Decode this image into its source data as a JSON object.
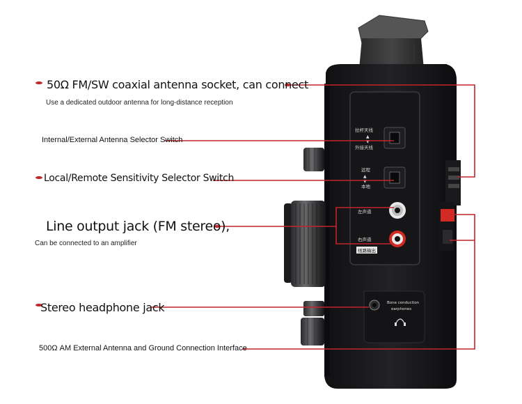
{
  "callouts": {
    "coax_title": "50Ω FM/SW coaxial antenna socket, can connect",
    "coax_sub": "Use a dedicated outdoor antenna for long-distance reception",
    "antenna_switch": "Internal/External Antenna Selector Switch",
    "sensitivity_switch": "Local/Remote Sensitivity Selector Switch",
    "line_out_title": "Line output jack (FM stereo),",
    "line_out_sub": "Can be connected to an amplifier",
    "headphone": "Stereo headphone jack",
    "am_antenna": "500Ω AM External Antenna and Ground Connection Interface"
  },
  "panel_labels": {
    "antenna_top": "拉杆天线",
    "antenna_bottom": "外接天线",
    "sens_top": "远程",
    "sens_bottom": "本地",
    "left_channel": "左声道",
    "right_channel": "右声道",
    "line_out": "线路输出",
    "bone_line1": "Bone conduction",
    "bone_line2": "earphones"
  },
  "colors": {
    "callout_line": "#c0252a",
    "device_body": "#1b1b1d",
    "accent_red": "#d42a24"
  }
}
